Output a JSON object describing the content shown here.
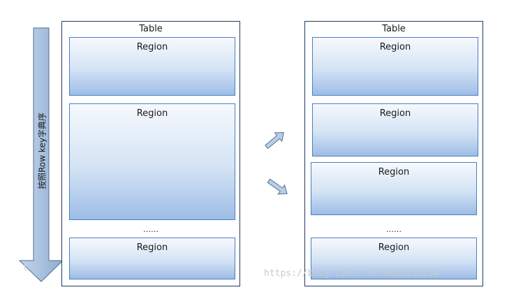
{
  "sort_arrow": {
    "label": "按照Row key字典序"
  },
  "left_table": {
    "title": "Table",
    "regions": [
      "Region",
      "Region",
      "Region"
    ],
    "ellipsis": "……"
  },
  "right_table": {
    "title": "Table",
    "regions": [
      "Region",
      "Region",
      "Region",
      "Region"
    ],
    "ellipsis": "……"
  },
  "watermark": {
    "text": "https://blog.csdn.net/u011812294",
    "left_fragment": "t"
  },
  "colors": {
    "table_border": "#1f3c66",
    "region_border": "#4a7fc0",
    "region_gradient_top": "#f6f9fd",
    "region_gradient_bottom": "#9dbde6",
    "arrow_fill": "#a9c1de",
    "arrow_stroke": "#4f6f94"
  }
}
